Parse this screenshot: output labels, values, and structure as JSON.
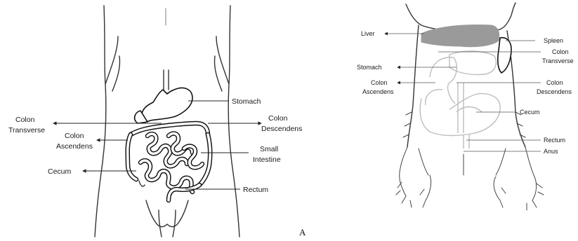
{
  "panel_letter": "A",
  "human": {
    "labels": {
      "stomach": "Stomach",
      "colon_transverse_1": "Colon",
      "colon_transverse_2": "Transverse",
      "colon_descendens_1": "Colon",
      "colon_descendens_2": "Descendens",
      "colon_ascendens_1": "Colon",
      "colon_ascendens_2": "Ascendens",
      "small_intestine_1": "Small",
      "small_intestine_2": "Intestine",
      "cecum": "Cecum",
      "rectum": "Rectum"
    }
  },
  "mouse": {
    "labels": {
      "liver": "Liver",
      "spleen": "Spleen",
      "colon_transverse_1": "Colon",
      "colon_transverse_2": "Transverse",
      "stomach": "Stomach",
      "colon_ascendens_1": "Colon",
      "colon_ascendens_2": "Ascendens",
      "colon_descendens_1": "Colon",
      "colon_descendens_2": "Descendens",
      "cecum": "Cecum",
      "rectum": "Rectum",
      "anus": "Anus"
    },
    "colors": {
      "liver_fill": "#9a9a9a",
      "organ_outline": "#bdbdbd"
    }
  }
}
